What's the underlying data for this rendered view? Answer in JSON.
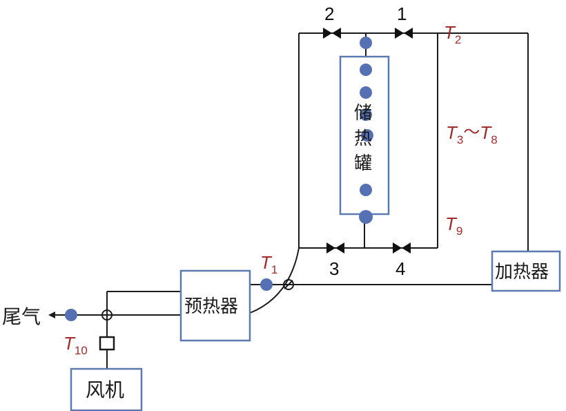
{
  "diagram": {
    "components": {
      "storage_tank": "储热罐",
      "heater": "加热器",
      "preheater": "预热器",
      "fan": "风机",
      "exhaust": "尾气"
    },
    "valves": [
      "1",
      "2",
      "3",
      "4"
    ],
    "sensors": {
      "T1": {
        "base": "T",
        "sub": "1"
      },
      "T2": {
        "base": "T",
        "sub": "2"
      },
      "T3_T8": {
        "base_a": "T",
        "sub_a": "3",
        "tilde": "～",
        "base_b": "T",
        "sub_b": "8"
      },
      "T9": {
        "base": "T",
        "sub": "9"
      },
      "T10": {
        "base": "T",
        "sub": "10"
      }
    },
    "colors": {
      "pipe": "#1a1a1a",
      "box_border": "#5b78b0",
      "sensor_dot": "#5670b4",
      "sensor_label": "#a52a2a"
    }
  }
}
